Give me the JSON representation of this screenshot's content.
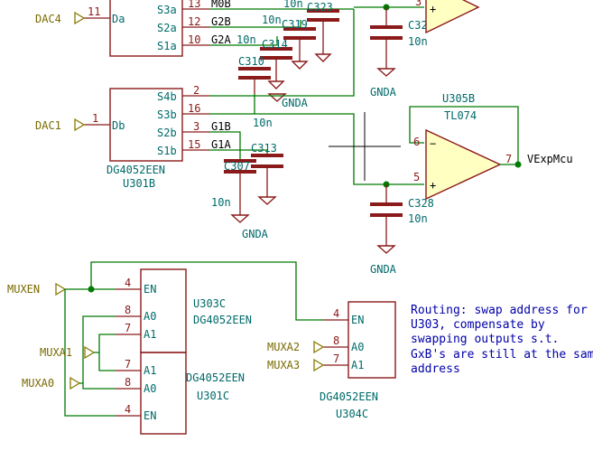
{
  "ports": {
    "dac4": "DAC4",
    "dac1": "DAC1",
    "muxen": "MUXEN",
    "muxa1": "MUXA1",
    "muxa0": "MUXA0",
    "muxa2": "MUXA2",
    "muxa3": "MUXA3"
  },
  "u301a": {
    "pin_da": "Da",
    "pin_da_num": "11",
    "s3a": "S3a",
    "s2a": "S2a",
    "s1a": "S1a",
    "s3a_num": "13",
    "s2a_num": "12",
    "s1a_num": "10"
  },
  "u301b": {
    "ref": "U301B",
    "value": "DG4052EEN",
    "pin_db": "Db",
    "pin_db_num": "1",
    "s4b": "S4b",
    "s3b": "S3b",
    "s2b": "S2b",
    "s1b": "S1b",
    "s4b_num": "2",
    "s3b_num": "16",
    "s2b_num": "3",
    "s1b_num": "15"
  },
  "nets": {
    "m0b": "M0B",
    "g2b": "G2B",
    "g2a": "G2A",
    "g1b": "G1B",
    "g1a": "G1A",
    "vexpmcu": "VExpMcu"
  },
  "capacitors": {
    "c323": "C323",
    "c319": "C319",
    "c314": "C314",
    "c310": "C310",
    "c327": "C327",
    "c313": "C313",
    "c307": "C307",
    "c328": "C328",
    "ten_n": "10n"
  },
  "grounds": {
    "gnda": "GNDA"
  },
  "u305b": {
    "ref": "U305B",
    "value": "TL074",
    "pin_pos": "5",
    "pin_neg": "6",
    "pin_out": "7",
    "pin_top": "3"
  },
  "u303c": {
    "ref": "U303C",
    "value": "DG4052EEN",
    "en": "EN",
    "a0": "A0",
    "a1": "A1",
    "en_num": "4",
    "a0_num": "8",
    "a1_num": "7"
  },
  "u301c": {
    "ref": "U301C",
    "value": "DG4052EEN",
    "en": "EN",
    "a0": "A0",
    "a1": "A1",
    "en_num": "4",
    "a0_num": "8",
    "a1_num": "7"
  },
  "u304c": {
    "ref": "U304C",
    "value": "DG4052EEN",
    "en": "EN",
    "a0": "A0",
    "a1": "A1",
    "en_num": "4",
    "a0_num": "8",
    "a1_num": "7"
  },
  "note": {
    "lines": [
      "Routing: swap address for",
      "U303, compensate by",
      "swapping outputs s.t.",
      "GxB's are still at the sam",
      "address"
    ]
  },
  "colors": {
    "wire": "#007a00",
    "component": "#8b1a1a",
    "reference": "#006a6a",
    "port": "#7a6a00",
    "note": "#0000a8",
    "opamp_fill": "#ffffc2"
  }
}
